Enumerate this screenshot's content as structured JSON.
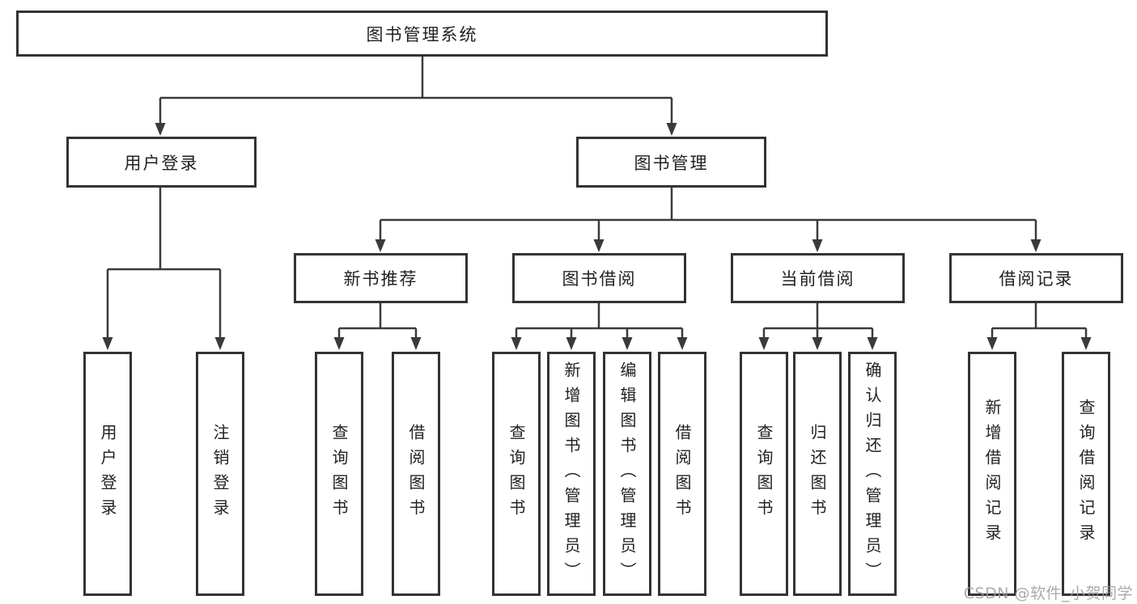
{
  "diagram": {
    "root": {
      "label": "图书管理系统"
    },
    "level2": [
      {
        "label": "用户登录",
        "children": [
          "用户登录",
          "注销登录"
        ]
      },
      {
        "label": "图书管理",
        "sections": [
          {
            "label": "新书推荐",
            "children": [
              "查询图书",
              "借阅图书"
            ]
          },
          {
            "label": "图书借阅",
            "children": [
              "查询图书",
              "新增图书（管理员）",
              "编辑图书（管理员）",
              "借阅图书"
            ]
          },
          {
            "label": "当前借阅",
            "children": [
              "查询图书",
              "归还图书",
              "确认归还（管理员）"
            ]
          },
          {
            "label": "借阅记录",
            "children": [
              "新增借阅记录",
              "查询借阅记录"
            ]
          }
        ]
      }
    ]
  },
  "watermark": {
    "text": "CSDN @软件_小贺同学"
  },
  "colors": {
    "background": "#ffffff",
    "line": "#3a3a3a",
    "box_border": "#333333",
    "text": "#222222",
    "watermark": "#9c9c9c"
  }
}
